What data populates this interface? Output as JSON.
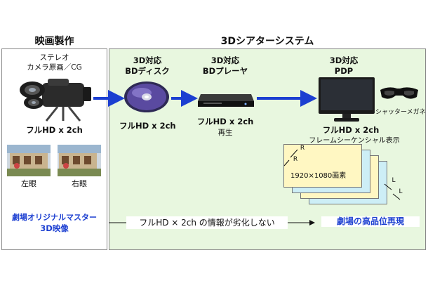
{
  "left_header": "映画製作",
  "right_header": "3Dシアターシステム",
  "source": {
    "label_line1": "ステレオ",
    "label_line2": "カメラ原画／CG",
    "format": "フルHD x 2ch",
    "left_eye": "左眼",
    "right_eye": "右眼",
    "master_line1": "劇場オリジナルマスター",
    "master_line2": "3D映像"
  },
  "disc": {
    "line1": "3D対応",
    "line2": "BDディスク",
    "format": "フルHD x 2ch"
  },
  "player": {
    "line1": "3D対応",
    "line2": "BDプレーヤ",
    "format": "フルHD x 2ch",
    "sub": "再生"
  },
  "display": {
    "line1": "3D対応",
    "line2": "PDP",
    "format": "フルHD x 2ch",
    "sub": "フレームシーケンシャル表示"
  },
  "glasses_label": "シャッターメガネ",
  "frames": {
    "label": "1920×1080画素",
    "r_marker": "R",
    "l_marker": "L"
  },
  "bottom": {
    "message": "フルHD × 2ch の情報が劣化しない",
    "result": "劇場の高品位再現"
  },
  "colors": {
    "accent_blue": "#1c3fd1",
    "panel_green": "#e8f7df",
    "frame_yellow": "#fff7c2",
    "frame_cyan": "#cdeef6"
  }
}
